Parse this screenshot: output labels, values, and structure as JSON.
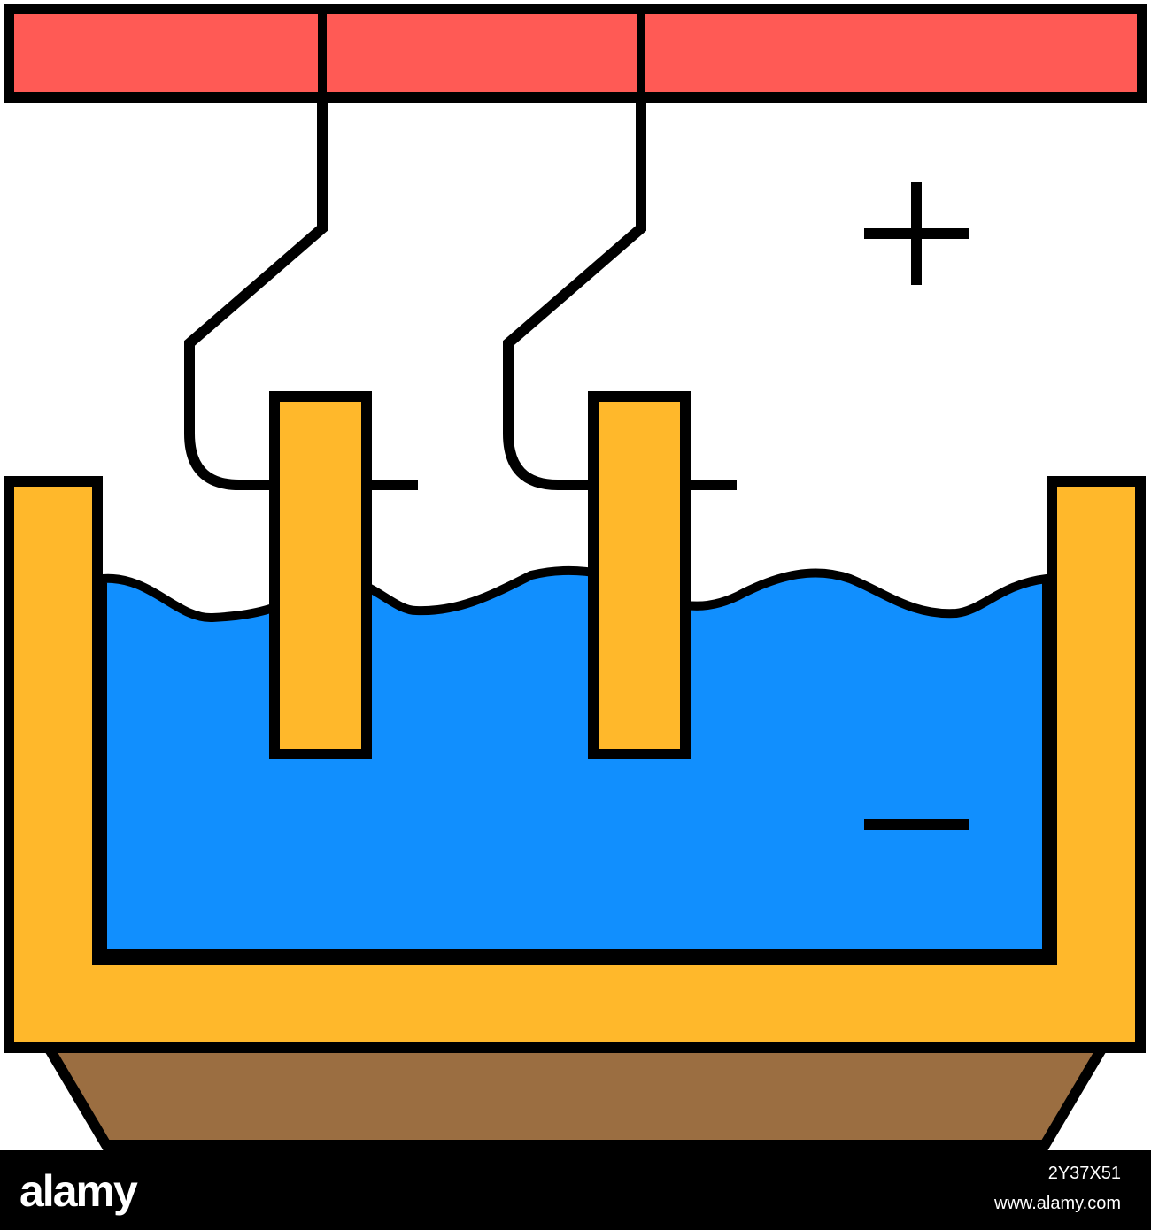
{
  "diagram": {
    "plus_label": "+",
    "minus_label": "—"
  },
  "colors": {
    "outline": "#000000",
    "rail": "#ff5a55",
    "tank": "#ffb82b",
    "electrode": "#ffb82b",
    "solution": "#118ffe",
    "base": "#9b6e41",
    "background": "#ffffff"
  },
  "watermark": {
    "brand": "alamy",
    "image_id": "2Y37X51",
    "url": "www.alamy.com"
  }
}
